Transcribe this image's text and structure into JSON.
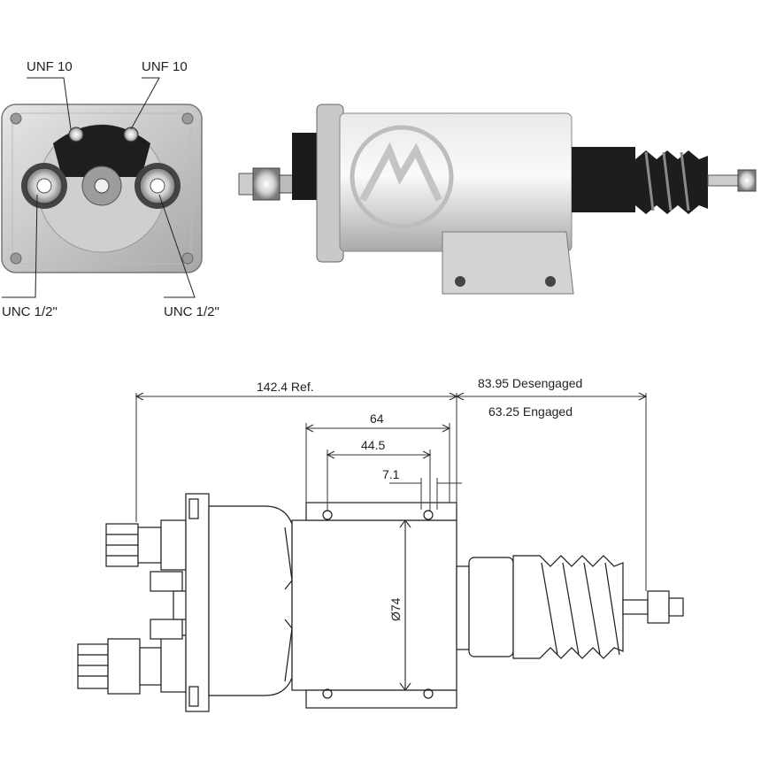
{
  "photo": {
    "terminal_labels": {
      "top_left": "UNF 10",
      "top_right": "UNF 10",
      "bottom_left": "UNC 1/2\"",
      "bottom_right": "UNC 1/2\""
    }
  },
  "drawing": {
    "dimensions": {
      "overall": "142.4 Ref.",
      "stroke_desengaged": "83.95 Desengaged",
      "stroke_engaged": "63.25 Engaged",
      "bracket_width": "64",
      "hole_spacing": "44.5",
      "hole_offset": "7.1",
      "diameter": "Ø74"
    }
  },
  "colors": {
    "line": "#1a1a1a",
    "dimension_line": "#333333",
    "metal_light": "#dcdcdc",
    "metal_dark": "#9a9a9a",
    "rubber": "#1b1b1b"
  }
}
